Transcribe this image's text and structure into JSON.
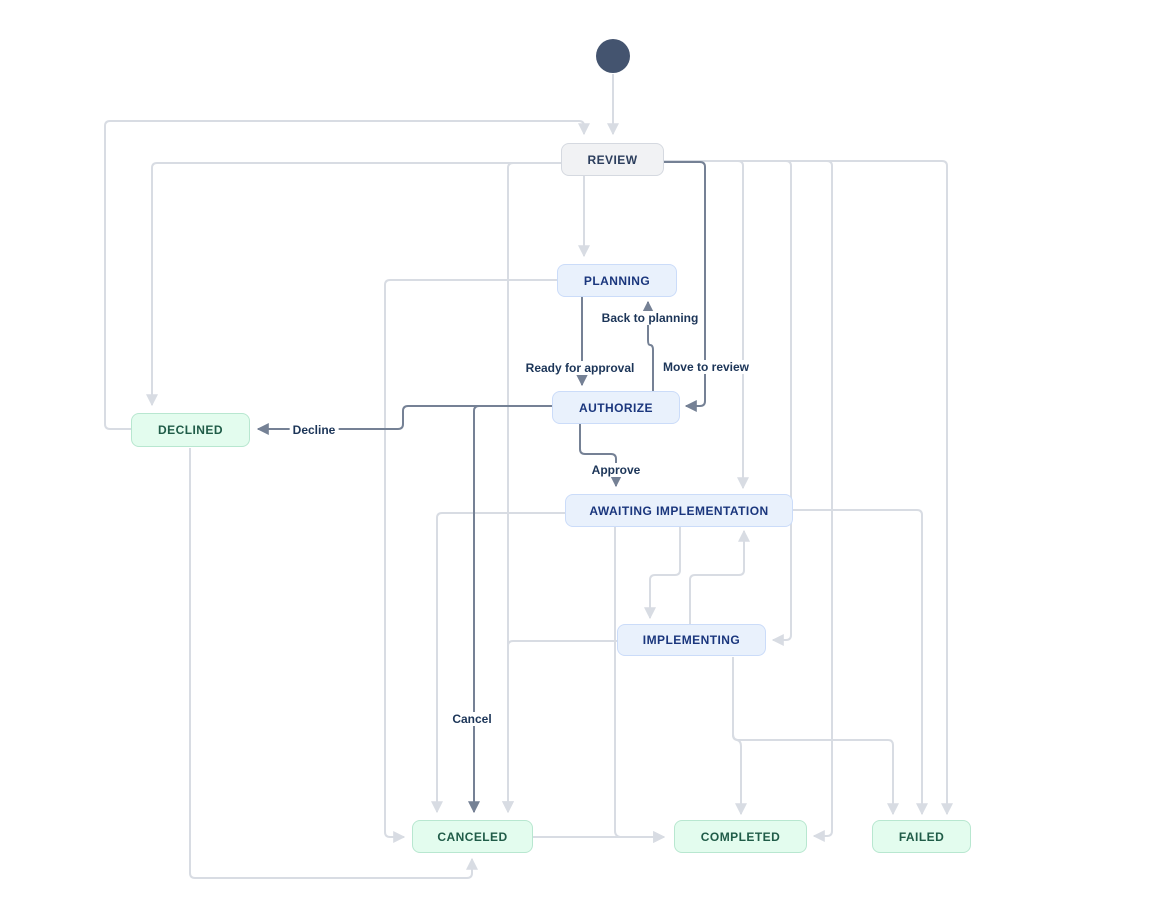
{
  "diagram": {
    "nodes": [
      {
        "id": "start",
        "label": "",
        "category": "start"
      },
      {
        "id": "review",
        "label": "REVIEW",
        "category": "todo"
      },
      {
        "id": "planning",
        "label": "PLANNING",
        "category": "inprogress"
      },
      {
        "id": "authorize",
        "label": "AUTHORIZE",
        "category": "inprogress"
      },
      {
        "id": "awaiting_implementation",
        "label": "AWAITING IMPLEMENTATION",
        "category": "inprogress"
      },
      {
        "id": "implementing",
        "label": "IMPLEMENTING",
        "category": "inprogress"
      },
      {
        "id": "declined",
        "label": "DECLINED",
        "category": "done"
      },
      {
        "id": "canceled",
        "label": "CANCELED",
        "category": "done"
      },
      {
        "id": "completed",
        "label": "COMPLETED",
        "category": "done"
      },
      {
        "id": "failed",
        "label": "FAILED",
        "category": "done"
      }
    ],
    "transitions": {
      "back_to_planning": {
        "label": "Back to planning",
        "from": "AUTHORIZE",
        "to": "PLANNING"
      },
      "ready_for_approval": {
        "label": "Ready for approval",
        "from": "PLANNING",
        "to": "AUTHORIZE"
      },
      "move_to_review": {
        "label": "Move to review",
        "from": "REVIEW",
        "to": "AUTHORIZE"
      },
      "approve": {
        "label": "Approve",
        "from": "AUTHORIZE",
        "to": "AWAITING IMPLEMENTATION"
      },
      "decline": {
        "label": "Decline",
        "from": "AUTHORIZE",
        "to": "DECLINED"
      },
      "cancel": {
        "label": "Cancel",
        "from": "AUTHORIZE",
        "to": "CANCELED"
      }
    },
    "colors": {
      "background": "#ffffff",
      "connector": "#d8dce3",
      "connector_active": "#758195",
      "start_node": "#44546f",
      "status_todo_bg": "#f1f2f4",
      "status_todo_border": "#d5d9e0",
      "status_todo_text": "#2c3e5d",
      "status_inprogress_bg": "#e9f1fc",
      "status_inprogress_border": "#cbdcf9",
      "status_inprogress_text": "#1a367d",
      "status_done_bg": "#e3fcee",
      "status_done_border": "#b8e7d0",
      "status_done_text": "#205c48",
      "transition_label_text": "#1c3558"
    }
  }
}
